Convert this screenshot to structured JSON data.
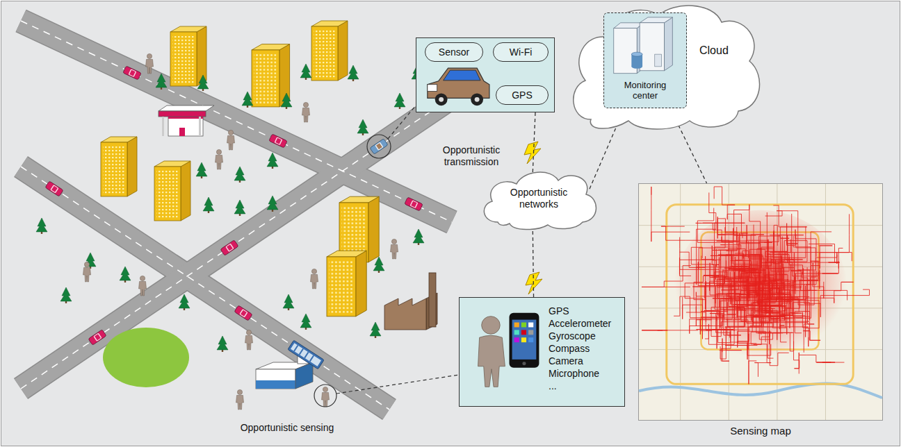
{
  "diagram": {
    "nodes": [
      {
        "text": []
      },
      {
        "text": [
          "Sensor"
        ],
        "in": 0
      },
      {
        "text": [
          "Wi-Fi"
        ],
        "in": 0
      },
      {
        "text": [
          "GPS"
        ],
        "in": 0
      },
      {
        "text": [
          "Cloud"
        ]
      },
      {
        "text": [
          "Monitoring center"
        ],
        "in": 4
      },
      {
        "text": [
          "Opportunistic networks"
        ]
      },
      {
        "text": [
          "Sensing map"
        ]
      },
      {
        "text": [
          "GPS",
          "Accelerometer",
          "Gyroscope",
          "Compass",
          "Camera",
          "Microphone",
          "..."
        ]
      }
    ],
    "edges": [
      {
        "from": 0,
        "to": 6,
        "arrow": "none"
      },
      {
        "from": 8,
        "to": 6,
        "arrow": "none"
      },
      {
        "from": 6,
        "to": 5,
        "arrow": "none"
      },
      {
        "from": 5,
        "to": 7,
        "arrow": "none"
      }
    ],
    "labels": [
      "Opportunistic transmission",
      "Opportunistic sensing"
    ]
  }
}
